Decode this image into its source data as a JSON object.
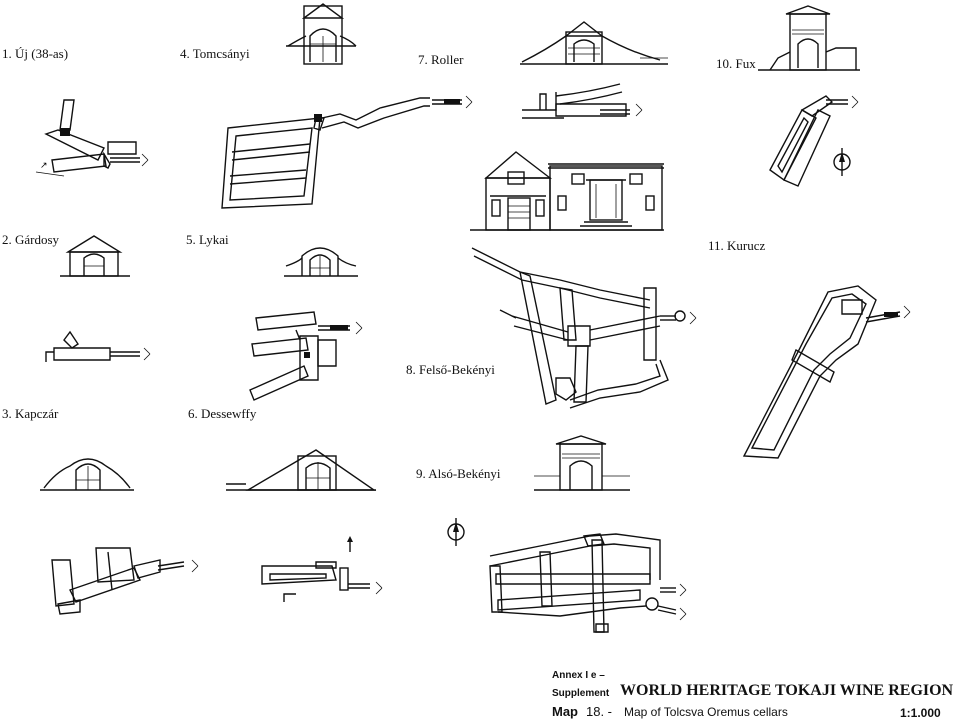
{
  "cellars": [
    {
      "label": "1.  Új (38-as)"
    },
    {
      "label": "4.  Tomcsányi"
    },
    {
      "label": "7.  Roller"
    },
    {
      "label": "10. Fux"
    },
    {
      "label": "2.  Gárdosy"
    },
    {
      "label": "5.  Lykai"
    },
    {
      "label": "11. Kurucz"
    },
    {
      "label": "8.  Felső-Bekényi"
    },
    {
      "label": "3.  Kapczár"
    },
    {
      "label": "6.  Dessewffy"
    },
    {
      "label": "9.  Alsó-Bekényi"
    }
  ],
  "legend": {
    "annex": "Annex I e –",
    "supplement": "Supplement",
    "title": "WORLD HERITAGE TOKAJI WINE REGION",
    "map_label": "Map",
    "map_number": "18. -",
    "map_title": "Map of Tolcsva Oremus cellars",
    "scale": "1:1.000"
  }
}
